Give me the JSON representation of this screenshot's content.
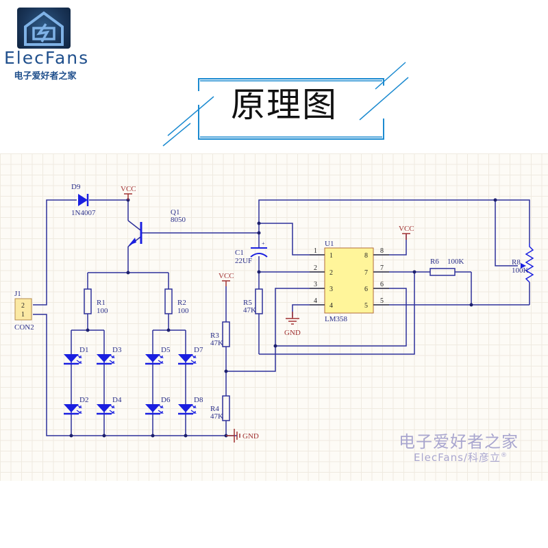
{
  "brand": {
    "name": "ElecFans",
    "name_cn": "电子爱好者之家",
    "logo_icon": "house-lightning-icon"
  },
  "title": "原理图",
  "colors": {
    "wire": "#2d2f9a",
    "power_label": "#a03030",
    "title_frame": "#1b8ad0",
    "ic_fill": "#fff59a",
    "ic_border": "#b06a3a"
  },
  "schematic": {
    "components": {
      "J1": {
        "ref": "J1",
        "value": "CON2",
        "pins": [
          "2",
          "1"
        ]
      },
      "D9": {
        "ref": "D9",
        "value": "1N4007"
      },
      "Q1": {
        "ref": "Q1",
        "value": "8050"
      },
      "C1": {
        "ref": "C1",
        "value": "22UF",
        "polarity": "+"
      },
      "R1": {
        "ref": "R1",
        "value": "100"
      },
      "R2": {
        "ref": "R2",
        "value": "100"
      },
      "R3": {
        "ref": "R3",
        "value": "47K"
      },
      "R4": {
        "ref": "R4",
        "value": "47K"
      },
      "R5": {
        "ref": "R5",
        "value": "47K"
      },
      "R6": {
        "ref": "R6",
        "value": "100K"
      },
      "R8": {
        "ref": "R8",
        "value": "100K"
      },
      "U1": {
        "ref": "U1",
        "value": "LM358",
        "pins_left": [
          "1",
          "2",
          "3",
          "4"
        ],
        "pins_right": [
          "8",
          "7",
          "6",
          "5"
        ]
      },
      "LEDs": [
        "D1",
        "D2",
        "D3",
        "D4",
        "D5",
        "D6",
        "D7",
        "D8"
      ]
    },
    "nets": {
      "vcc": "VCC",
      "gnd": "GND"
    }
  },
  "watermark": {
    "line1": "电子爱好者之家",
    "line2": "ElecFans/科彦立",
    "mark": "®"
  }
}
